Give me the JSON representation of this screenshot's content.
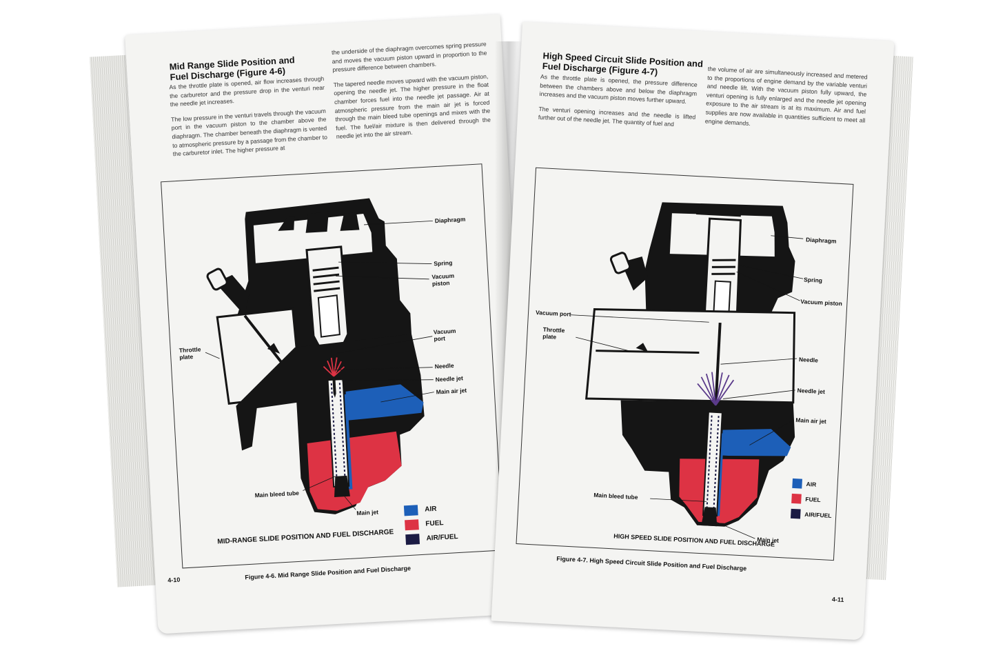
{
  "left_page": {
    "heading_line1": "Mid Range Slide Position and",
    "heading_line2": "Fuel Discharge (Figure 4-6)",
    "col1_p1": "As the throttle plate is opened, air flow increases through the carburetor and the pressure drop in the venturi near the needle jet increases.",
    "col1_p2": "The low pressure in the venturi travels through the vacuum port in the vacuum piston to the chamber above the diaphragm. The chamber beneath the diaphragm is vented to atmospheric pressure by a passage from the chamber to the carburetor inlet. The higher pressure at",
    "col2_p1": "the underside of the diaphragm overcomes spring pressure and moves the vacuum piston upward in proportion to the pressure difference between chambers.",
    "col2_p2": "The tapered needle moves upward with the vacuum piston, opening the needle jet. The higher pressure in the float chamber forces fuel into the needle jet passage. Air at atmospheric pressure from the main air jet is forced through the main bleed tube openings and mixes with the fuel. The fuel/air mixture is then delivered through the needle jet into the air stream.",
    "figure": {
      "labels": {
        "diaphragm": "Diaphragm",
        "spring": "Spring",
        "vacuum_piston_1": "Vacuum",
        "vacuum_piston_2": "piston",
        "throttle_plate_1": "Throttle",
        "throttle_plate_2": "plate",
        "vacuum_port_1": "Vacuum",
        "vacuum_port_2": "port",
        "needle": "Needle",
        "needle_jet": "Needle jet",
        "main_air_jet": "Main air jet",
        "main_bleed_tube": "Main bleed tube",
        "main_jet": "Main jet"
      },
      "title": "MID-RANGE SLIDE POSITION AND FUEL DISCHARGE"
    },
    "legend": [
      "AIR",
      "FUEL",
      "AIR/FUEL"
    ],
    "page_number": "4-10",
    "caption": "Figure 4-6. Mid Range Slide Position and Fuel Discharge"
  },
  "right_page": {
    "heading_line1": "High Speed Circuit Slide Position and",
    "heading_line2": "Fuel Discharge (Figure 4-7)",
    "col1_p1": "As the throttle plate is opened, the pressure difference between the chambers above and below the diaphragm increases and the vacuum piston moves further upward.",
    "col1_p2": "The venturi opening increases and the needle is lifted further out of the needle jet. The quantity of fuel and",
    "col2_p1": "the volume of air are simultaneously increased and metered to the proportions of engine demand by the variable venturi and needle lift. With the vacuum piston fully upward, the venturi opening is fully enlarged and the needle jet opening exposure to the air stream is at its maximum. Air and fuel supplies are now available in quantities sufficient to meet all engine demands.",
    "figure": {
      "labels": {
        "diaphragm": "Diaphragm",
        "spring": "Spring",
        "vacuum_piston": "Vacuum piston",
        "vacuum_port": "Vacuum port",
        "throttle_plate_1": "Throttle",
        "throttle_plate_2": "plate",
        "needle": "Needle",
        "needle_jet": "Needle jet",
        "main_air_jet": "Main air jet",
        "main_bleed_tube": "Main bleed tube",
        "main_jet": "Main jet"
      },
      "title": "HIGH SPEED SLIDE POSITION AND FUEL DISCHARGE"
    },
    "legend": [
      "AIR",
      "FUEL",
      "AIR/FUEL"
    ],
    "caption": "Figure 4-7. High Speed Circuit Slide Position and Fuel Discharge",
    "page_number": "4-11"
  },
  "colors": {
    "air": "#1d5fb8",
    "fuel": "#dd3344",
    "air_fuel": "#1b1b44",
    "ink": "#111111",
    "paper": "#f4f4f2"
  }
}
